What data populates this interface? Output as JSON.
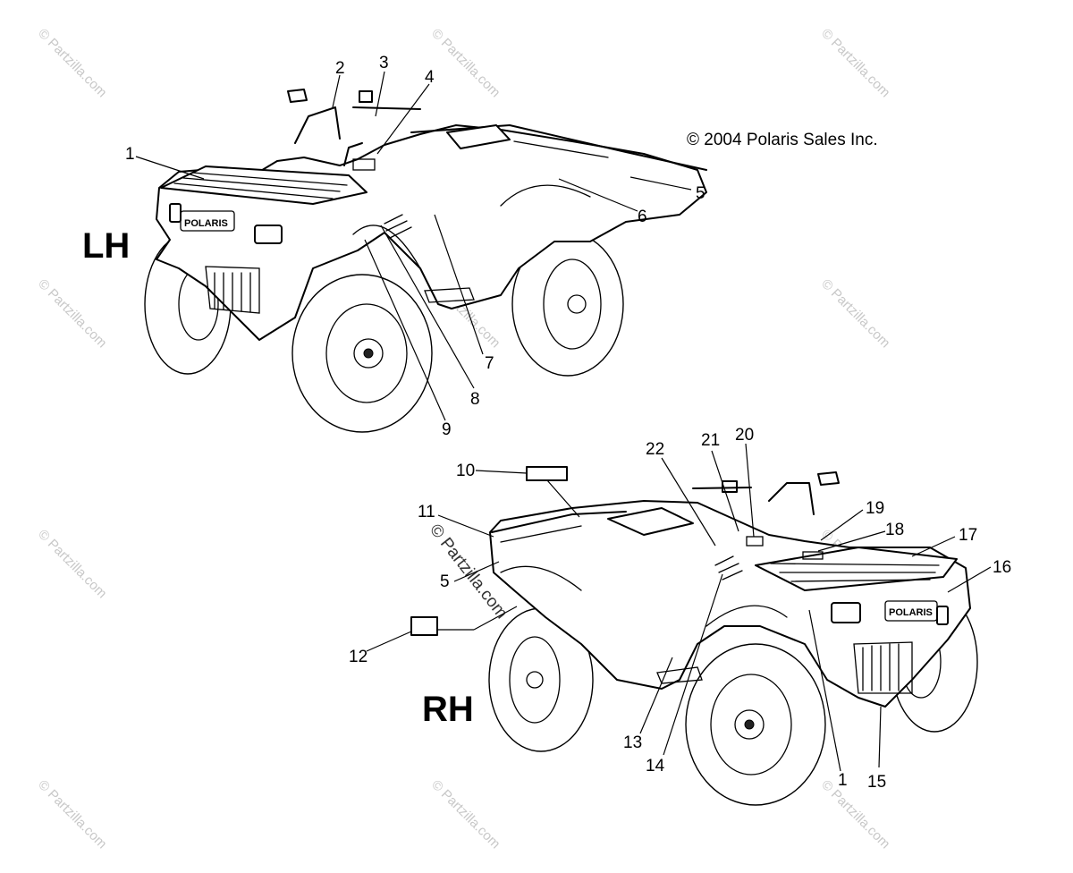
{
  "copyright": "© 2004 Polaris Sales Inc.",
  "watermark": "© Partzilla.com",
  "views": {
    "lh": {
      "label": "LH",
      "brand_text": "POLARIS"
    },
    "rh": {
      "label": "RH",
      "brand_text": "POLARIS"
    }
  },
  "callouts_lh": [
    "1",
    "2",
    "3",
    "4",
    "5",
    "6",
    "7",
    "8",
    "9"
  ],
  "callouts_rh": [
    "10",
    "11",
    "5",
    "12",
    "13",
    "14",
    "1",
    "15",
    "16",
    "17",
    "18",
    "19",
    "20",
    "21",
    "22"
  ]
}
